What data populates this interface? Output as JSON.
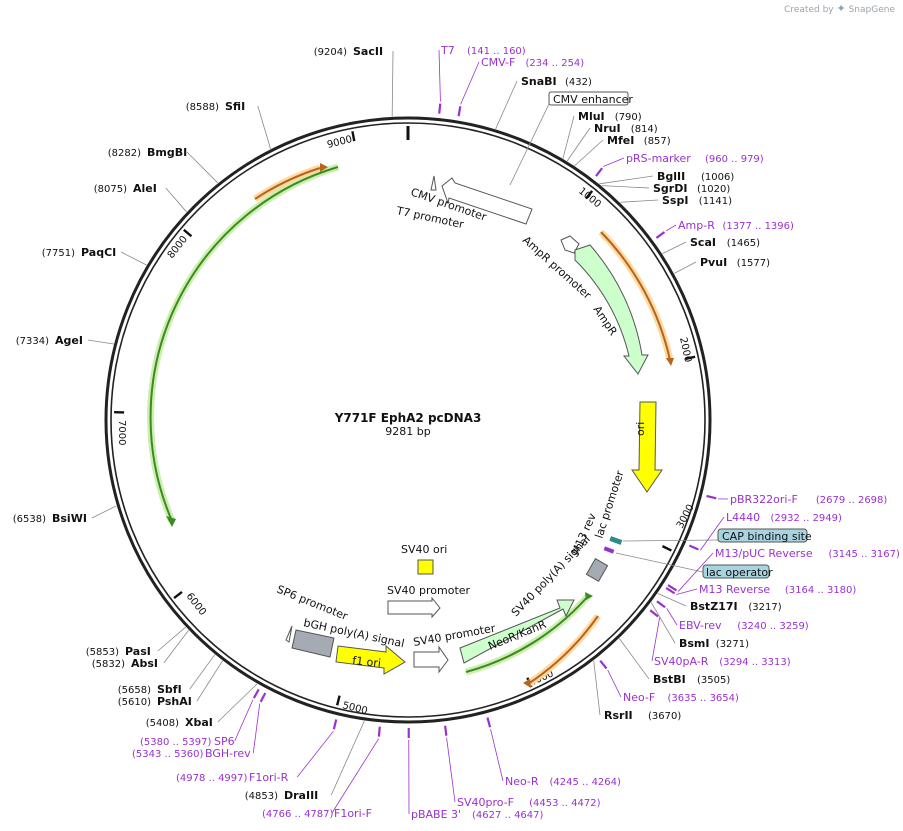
{
  "brand": {
    "prefix": "Created by",
    "name": "SnapGene"
  },
  "plasmid": {
    "name": "Y771F EphA2 pcDNA3",
    "length_label": "9281 bp"
  },
  "ticks": [
    "1000",
    "2000",
    "3000",
    "4000",
    "5000",
    "6000",
    "7000",
    "8000",
    "9000"
  ],
  "sites": [
    {
      "name": "SacII",
      "pos": "(9204)"
    },
    {
      "name": "SnaBI",
      "pos": "(432)"
    },
    {
      "name": "MluI",
      "pos": "(790)"
    },
    {
      "name": "NruI",
      "pos": "(814)"
    },
    {
      "name": "MfeI",
      "pos": "(857)"
    },
    {
      "name": "BglII",
      "pos": "(1006)"
    },
    {
      "name": "SgrDI",
      "pos": "(1020)"
    },
    {
      "name": "SspI",
      "pos": "(1141)"
    },
    {
      "name": "ScaI",
      "pos": "(1465)"
    },
    {
      "name": "PvuI",
      "pos": "(1577)"
    },
    {
      "name": "BstZ17I",
      "pos": "(3217)"
    },
    {
      "name": "BsmI",
      "pos": "(3271)"
    },
    {
      "name": "BstBI",
      "pos": "(3505)"
    },
    {
      "name": "RsrII",
      "pos": "(3670)"
    },
    {
      "name": "DraIII",
      "pos": "(4853)"
    },
    {
      "name": "XbaI",
      "pos": "(5408)"
    },
    {
      "name": "PshAI",
      "pos": "(5610)"
    },
    {
      "name": "SbfI",
      "pos": "(5658)"
    },
    {
      "name": "AbsI",
      "pos": "(5832)"
    },
    {
      "name": "PasI",
      "pos": "(5853)"
    },
    {
      "name": "BsiWI",
      "pos": "(6538)"
    },
    {
      "name": "AgeI",
      "pos": "(7334)"
    },
    {
      "name": "PaqCI",
      "pos": "(7751)"
    },
    {
      "name": "AleI",
      "pos": "(8075)"
    },
    {
      "name": "BmgBI",
      "pos": "(8282)"
    },
    {
      "name": "SfiI",
      "pos": "(8588)"
    }
  ],
  "primers": [
    {
      "name": "T7",
      "pos": "(141 .. 160)"
    },
    {
      "name": "CMV-F",
      "pos": "(234 .. 254)"
    },
    {
      "name": "pRS-marker",
      "pos": "(960 .. 979)"
    },
    {
      "name": "Amp-R",
      "pos": "(1377 .. 1396)"
    },
    {
      "name": "pBR322ori-F",
      "pos": "(2679 .. 2698)"
    },
    {
      "name": "L4440",
      "pos": "(2932 .. 2949)"
    },
    {
      "name": "M13/pUC Reverse",
      "pos": "(3145 .. 3167)"
    },
    {
      "name": "M13 Reverse",
      "pos": "(3164 .. 3180)"
    },
    {
      "name": "EBV-rev",
      "pos": "(3240 .. 3259)"
    },
    {
      "name": "SV40pA-R",
      "pos": "(3294 .. 3313)"
    },
    {
      "name": "Neo-F",
      "pos": "(3635 .. 3654)"
    },
    {
      "name": "Neo-R",
      "pos": "(4245 .. 4264)"
    },
    {
      "name": "SV40pro-F",
      "pos": "(4453 .. 4472)"
    },
    {
      "name": "pBABE 3'",
      "pos": "(4627 .. 4647)"
    },
    {
      "name": "F1ori-F",
      "pos": "(4766 .. 4787)"
    },
    {
      "name": "F1ori-R",
      "pos": "(4978 .. 4997)"
    },
    {
      "name": "BGH-rev",
      "pos": "(5343 .. 5360)"
    },
    {
      "name": "SP6",
      "pos": "(5380 .. 5397)"
    }
  ],
  "boxed_features": [
    "CMV enhancer",
    "CAP binding site",
    "lac operator"
  ],
  "features": {
    "cmv_promoter": "CMV promoter",
    "t7_promoter": "T7 promoter",
    "ampr_promoter": "AmpR promoter",
    "ampr": "AmpR",
    "ori": "ori",
    "lac_promoter": "lac promoter",
    "m13_rev": "M13 rev",
    "sv40_polya": "SV40 poly(A) signal",
    "neokanr": "NeoR/KanR",
    "sv40_promoter_a": "SV40 promoter",
    "sv40_promoter_b": "SV40 promoter",
    "sv40_ori": "SV40 ori",
    "f1_ori": "f1 ori",
    "bgh_polya": "bGH poly(A) signal",
    "sp6_promoter": "SP6 promoter"
  },
  "colors": {
    "backbone": "#222222",
    "primer": "#9932cc",
    "orf_green": "#3a8c1e",
    "orf_glow": "#cdeeb0",
    "orange_orf": "#b5651d",
    "orange_glow": "#ffd9a0",
    "ampr_fill": "#ccffcc",
    "ori_fill": "#ffff00",
    "boxed_blue": "#a8d4e0",
    "gray_feature": "#a6abb3"
  }
}
